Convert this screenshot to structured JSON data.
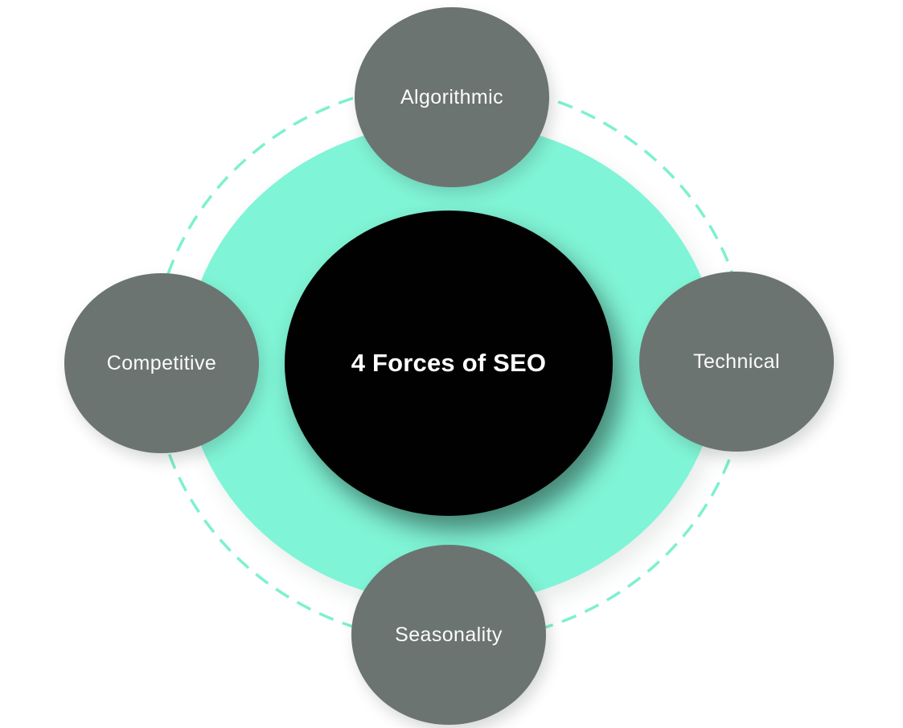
{
  "diagram": {
    "type": "hub-and-spoke",
    "center": {
      "label": "4 Forces of SEO"
    },
    "forces": [
      {
        "id": "algorithmic",
        "label": "Algorithmic",
        "position": "top"
      },
      {
        "id": "technical",
        "label": "Technical",
        "position": "right"
      },
      {
        "id": "seasonality",
        "label": "Seasonality",
        "position": "bottom"
      },
      {
        "id": "competitive",
        "label": "Competitive",
        "position": "left"
      }
    ],
    "colors": {
      "background": "#ffffff",
      "center_fill": "#010101",
      "center_text": "#ffffff",
      "force_fill": "#6b7471",
      "force_text": "#fbfbfb",
      "highlight_fill": "#80f4d6",
      "orbit_dash": "#7df0d0"
    }
  }
}
